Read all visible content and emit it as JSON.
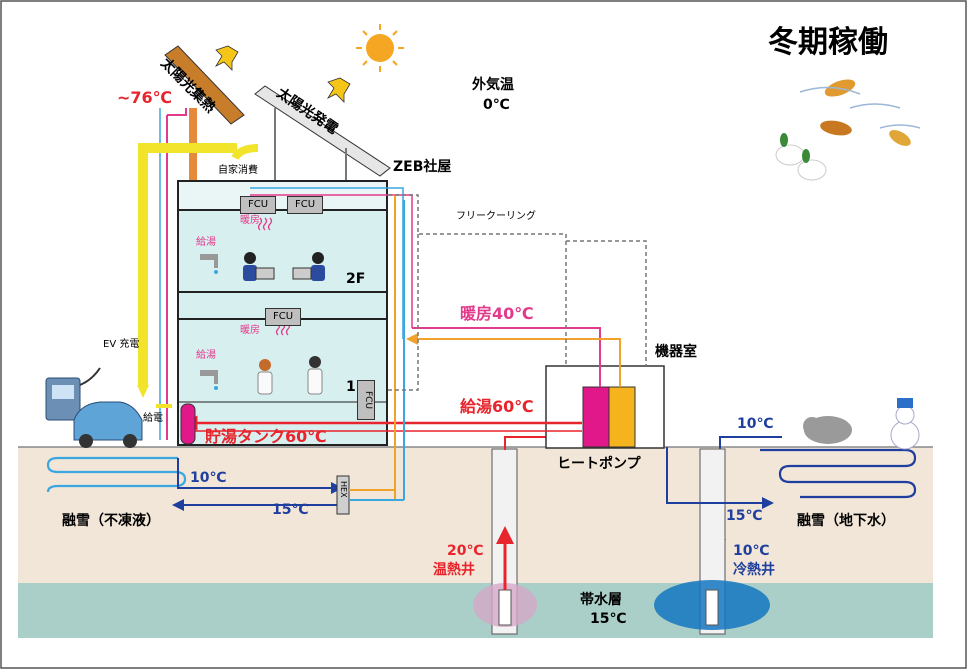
{
  "title": "冬期稼働",
  "outdoor_temp": {
    "label": "外気温",
    "value": "0℃"
  },
  "solar_thermal": {
    "label": "太陽光集熱",
    "temp": "~76℃"
  },
  "pv": {
    "label": "太陽光発電",
    "self_consumption": "自家消費"
  },
  "building": {
    "name": "ZEB社屋",
    "floor2": "2F",
    "floor1": "1F"
  },
  "fcu_label": "FCU",
  "heating_small": "暖房",
  "hot_water_small": "給湯",
  "free_cooling": "フリークーリング",
  "ev": {
    "charge": "EV 充電",
    "feed": "給電"
  },
  "storage_tank": "貯湯タンク60℃",
  "heating_supply": "暖房40℃",
  "hot_water_supply": "給湯60℃",
  "machine_room": "機器室",
  "heat_pump": "ヒートポンプ",
  "snowmelt_left": {
    "label": "融雪（不凍液）",
    "t_supply": "10℃",
    "t_return": "15℃",
    "hex": "HEX"
  },
  "snowmelt_right": {
    "label": "融雪（地下水）",
    "t_in": "10℃",
    "t_out": "15℃"
  },
  "warm_well": {
    "temp": "20℃",
    "label": "温熱井"
  },
  "cold_well": {
    "temp": "10℃",
    "label": "冷熱井"
  },
  "aquifer": {
    "label": "帯水層",
    "temp": "15℃"
  },
  "colors": {
    "hot": "#e8242c",
    "heating": "#e23a8c",
    "orange": "#f0a22b",
    "blue": "#1f3f9e",
    "lightblue": "#3aa7e0",
    "yellow": "#f2e32b",
    "aquifer": "#a9cfc8",
    "ground": "#f2e6d8"
  }
}
